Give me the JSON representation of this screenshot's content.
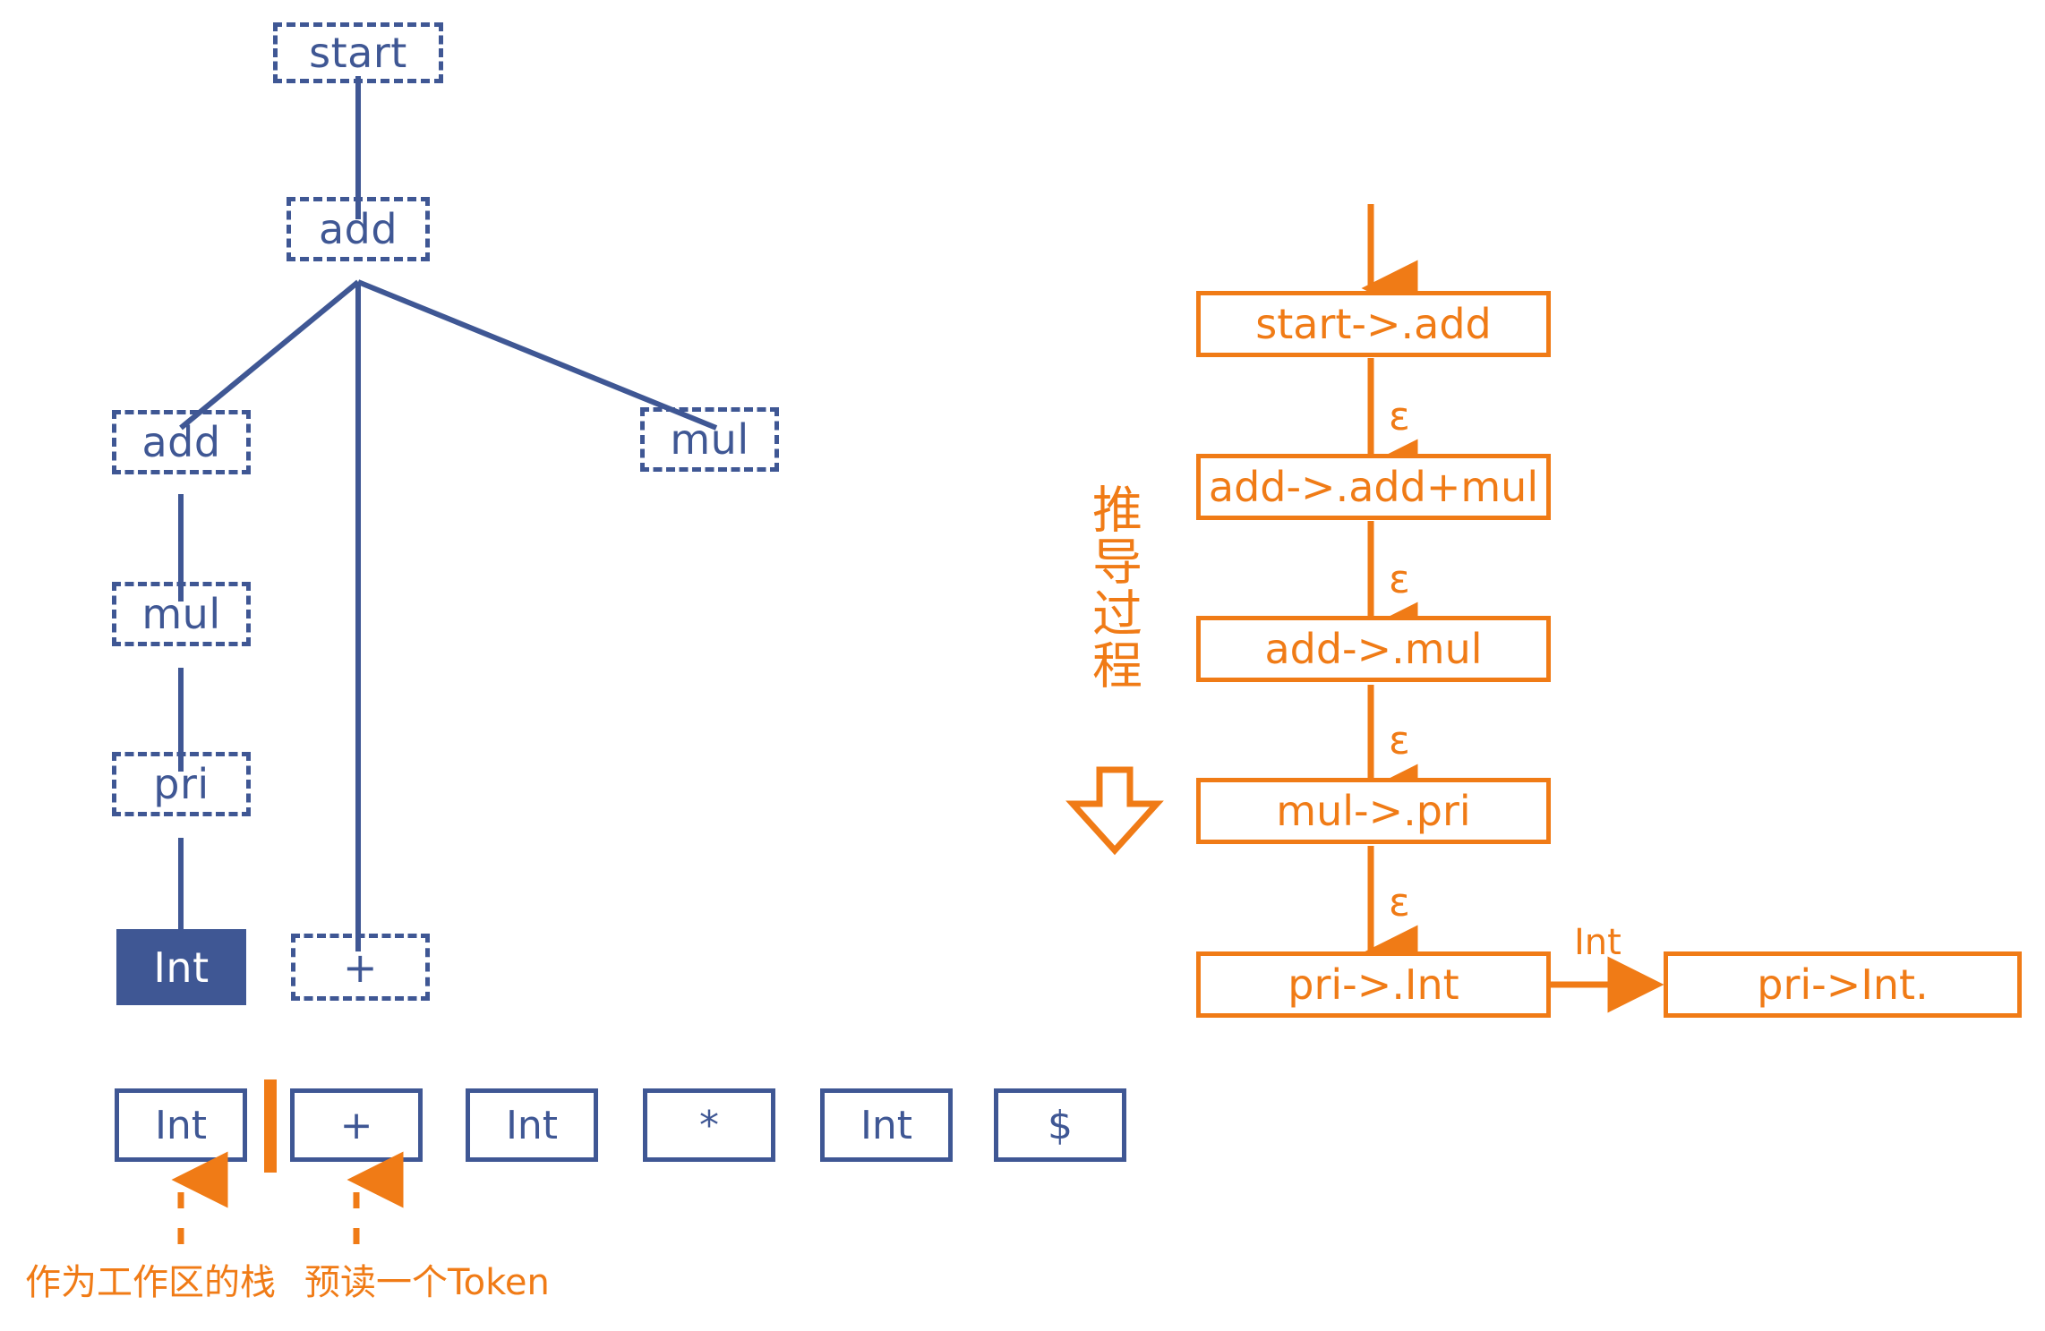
{
  "theme": {
    "tree_color": "#3F5794",
    "accent_color": "#F07B16",
    "background": "#ffffff"
  },
  "parse_tree": {
    "nodes": [
      {
        "id": "start",
        "label": "start",
        "style": "dashed"
      },
      {
        "id": "add-root",
        "label": "add",
        "style": "dashed"
      },
      {
        "id": "add-left",
        "label": "add",
        "style": "dashed"
      },
      {
        "id": "mul-right",
        "label": "mul",
        "style": "dashed"
      },
      {
        "id": "mul-left",
        "label": "mul",
        "style": "dashed"
      },
      {
        "id": "pri",
        "label": "pri",
        "style": "dashed"
      },
      {
        "id": "int-leaf",
        "label": "Int",
        "style": "filled"
      },
      {
        "id": "plus-leaf",
        "label": "+",
        "style": "dashed"
      }
    ],
    "edges": [
      {
        "from": "start",
        "to": "add-root"
      },
      {
        "from": "add-root",
        "to": "add-left"
      },
      {
        "from": "add-root",
        "to": "plus-leaf"
      },
      {
        "from": "add-root",
        "to": "mul-right"
      },
      {
        "from": "add-left",
        "to": "mul-left"
      },
      {
        "from": "mul-left",
        "to": "pri"
      },
      {
        "from": "pri",
        "to": "int-leaf"
      }
    ]
  },
  "token_stream": {
    "tokens": [
      {
        "label": "Int"
      },
      {
        "label": "+"
      },
      {
        "label": "Int"
      },
      {
        "label": "*"
      },
      {
        "label": "Int"
      },
      {
        "label": "$"
      }
    ],
    "cursor_after_index": 0
  },
  "annotations": {
    "stack_note": "作为工作区的栈",
    "lookahead_note": "预读一个Token"
  },
  "derivation": {
    "caption": "推导过程",
    "steps": [
      {
        "label": "start->.add"
      },
      {
        "label": "add->.add+mul"
      },
      {
        "label": "add->.mul"
      },
      {
        "label": "mul->.pri"
      },
      {
        "label": "pri->.Int"
      }
    ],
    "step_edge_labels": [
      "ε",
      "ε",
      "ε",
      "ε"
    ],
    "shift": {
      "edge_label": "Int",
      "target": {
        "label": "pri->Int."
      }
    }
  }
}
